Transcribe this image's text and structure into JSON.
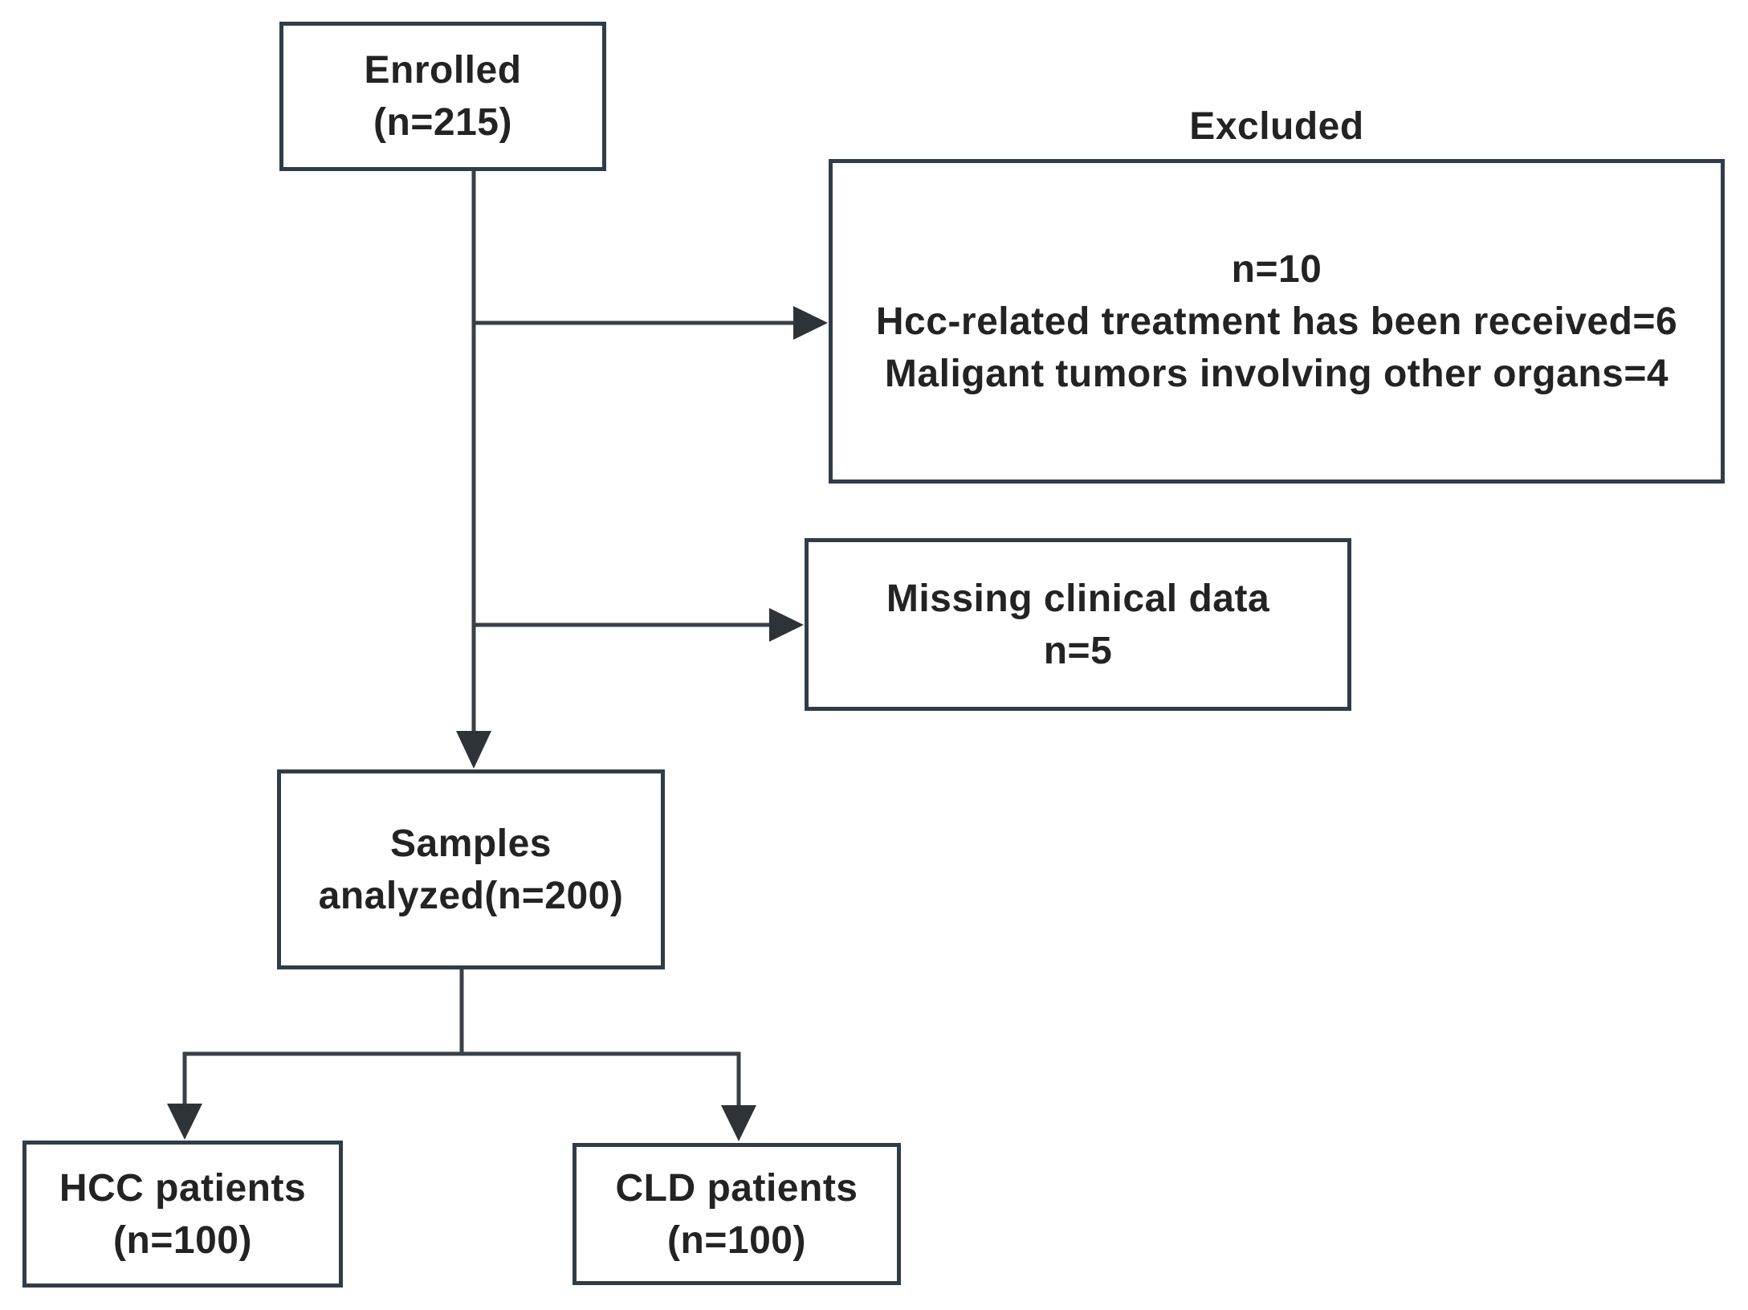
{
  "figure": {
    "type": "flowchart",
    "colors": {
      "background": "#ffffff",
      "box_border": "#2f3d47",
      "connector": "#3a4045",
      "text": "#232323"
    },
    "nodes": {
      "enrolled": {
        "lines": [
          "Enrolled",
          "(n=215)"
        ]
      },
      "excluded_title": {
        "label": "Excluded"
      },
      "excluded": {
        "lines": [
          "n=10",
          "Hcc-related treatment has been received=6",
          "Maligant tumors involving other organs=4"
        ]
      },
      "missing_data": {
        "lines": [
          "Missing clinical data",
          "n=5"
        ]
      },
      "samples": {
        "lines": [
          "Samples",
          "analyzed(n=200)"
        ]
      },
      "hcc": {
        "lines": [
          "HCC patients",
          "(n=100)"
        ]
      },
      "cld": {
        "lines": [
          "CLD patients",
          "(n=100)"
        ]
      }
    }
  }
}
